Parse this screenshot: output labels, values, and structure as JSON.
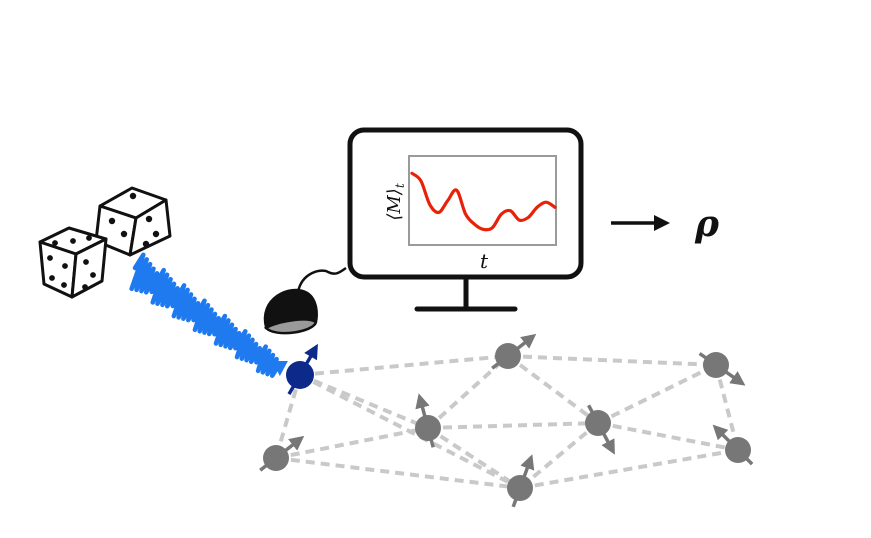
{
  "monitor": {
    "ylabel": "⟨M⟩",
    "ylabel_sub": "t",
    "xlabel": "t",
    "signal": [
      0.82,
      0.73,
      0.45,
      0.36,
      0.5,
      0.62,
      0.34,
      0.22,
      0.16,
      0.18,
      0.34,
      0.38,
      0.27,
      0.3,
      0.42,
      0.48,
      0.42
    ]
  },
  "output": {
    "symbol": "ρ"
  },
  "colors": {
    "frame": "#111111",
    "signal": "#e82208",
    "noise_wave": "#1f7af0",
    "probe_spin": "#0d2a8a",
    "spin": "#777777",
    "bond": "#c9c9c9"
  },
  "icons": [
    "dice-icon",
    "noise-wave-icon",
    "probe-detector-icon",
    "monitor-icon",
    "arrow-right-icon"
  ]
}
